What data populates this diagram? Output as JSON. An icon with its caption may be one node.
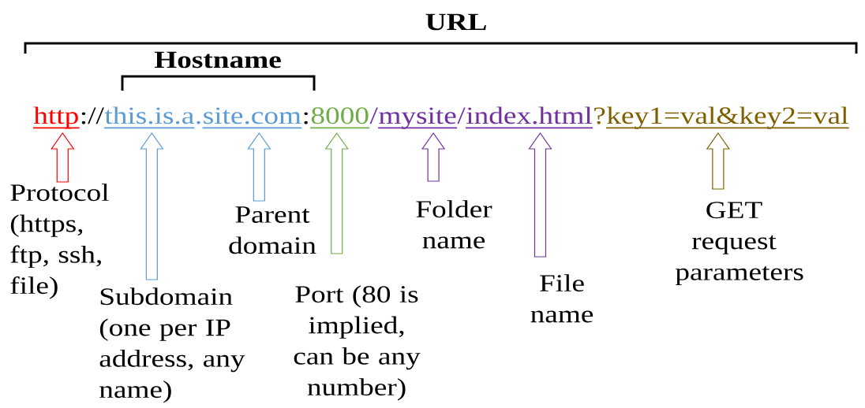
{
  "diagram": {
    "nodes": [
      {
        "text": [
          "http"
        ]
      },
      {
        "text": [
          "this.is.a"
        ]
      },
      {
        "text": [
          "site.com"
        ]
      },
      {
        "text": [
          "8000"
        ]
      },
      {
        "text": [
          "mysite"
        ]
      },
      {
        "text": [
          "index.html"
        ]
      },
      {
        "text": [
          "key1=val&key2=val"
        ]
      },
      {
        "text": [
          "Protocol (https, ftp, ssh, file)"
        ]
      },
      {
        "text": [
          "Subdomain (one per IP address, any name)"
        ]
      },
      {
        "text": [
          "Parent domain"
        ]
      },
      {
        "text": [
          "Port (80 is implied, can be any number)"
        ]
      },
      {
        "text": [
          "Folder name"
        ]
      },
      {
        "text": [
          "File name"
        ]
      },
      {
        "text": [
          "GET request parameters"
        ]
      }
    ],
    "edges": [
      {
        "from": 7,
        "to": 0,
        "arrow": "to",
        "color": "#ff0000"
      },
      {
        "from": 8,
        "to": 1,
        "arrow": "to",
        "color": "#5b9bd5"
      },
      {
        "from": 9,
        "to": 2,
        "arrow": "to",
        "color": "#5b9bd5"
      },
      {
        "from": 10,
        "to": 3,
        "arrow": "to",
        "color": "#70ad47"
      },
      {
        "from": 11,
        "to": 4,
        "arrow": "to",
        "color": "#7030a0"
      },
      {
        "from": 12,
        "to": 5,
        "arrow": "to",
        "color": "#7030a0"
      },
      {
        "from": 13,
        "to": 6,
        "arrow": "to",
        "color": "#7f6000"
      }
    ],
    "labels": [
      "URL",
      "Hostname",
      "://",
      ".",
      ":",
      "/",
      "/",
      "?"
    ]
  }
}
